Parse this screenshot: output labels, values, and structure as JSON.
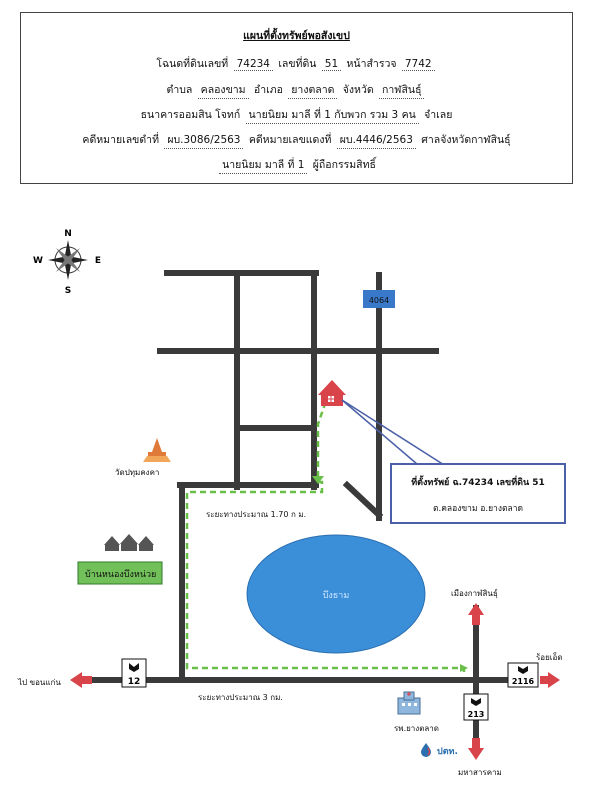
{
  "header": {
    "title": "แผนที่ตั้งทรัพย์พอสังเขป",
    "line1": {
      "deed_label": "โฉนดที่ดินเลขที่",
      "deed_no": "74234",
      "land_label": "เลขที่ดิน",
      "land_no": "51",
      "survey_label": "หน้าสำรวจ",
      "survey_no": "7742"
    },
    "line2": {
      "tambon_label": "ตำบล",
      "tambon": "คลองขาม",
      "amphoe_label": "อำเภอ",
      "amphoe": "ยางตลาด",
      "province_label": "จังหวัด",
      "province": "กาฬสินธุ์"
    },
    "line3": {
      "plaintiff_label": "ธนาคารออมสิน  โจทก์",
      "defendant": "นายนิยม มาลี ที่ 1 กับพวก รวม 3 คน",
      "defendant_label": "จำเลย"
    },
    "line4": {
      "black_label": "คดีหมายเลขดำที่",
      "black_no": "ผบ.3086/2563",
      "red_label": "คดีหมายเลขแดงที่",
      "red_no": "ผบ.4446/2563",
      "court": "ศาลจังหวัดกาฬสินธุ์"
    },
    "line5": {
      "owner": "นายนิยม  มาลี  ที่   1",
      "owner_label": "ผู้ถือกรรมสิทธิ์"
    }
  },
  "map": {
    "compass": {
      "n": "N",
      "s": "S",
      "e": "E",
      "w": "W"
    },
    "road_4064": "4064",
    "temple": "วัดปทุมคงคา",
    "village": "บ้านหนองบึงหน่วย",
    "pond": "บึงธาม",
    "distance_1": "ระยะทางประมาณ 1.70 ก ม.",
    "distance_2": "ระยะทางประมาณ 3 กม.",
    "property_box": {
      "line1": "ที่ตั้งทรัพย์ ฉ.74234  เลขที่ดิน 51",
      "line2": "ต.คลองขาม อ.ยางตลาด"
    },
    "to_kalasin": "เมืองกาฬสินธุ์",
    "to_roiet": "ร้อยเอ็ด",
    "to_khonkaen": "ไป ขอนแก่น",
    "to_mahasarakham": "มหาสารคาม",
    "hospital": "รพ.ยางตลาด",
    "ptt": "ปตท.",
    "highway_12": "12",
    "highway_2116": "2116",
    "highway_213": "213"
  },
  "colors": {
    "road": "#3a3a3a",
    "route": "#6abf4b",
    "pond": "#3b8fd9",
    "arrow": "#d9434a",
    "house": "#d9434a",
    "box_border": "#4a5fa8",
    "village_bg": "#72c05a"
  }
}
